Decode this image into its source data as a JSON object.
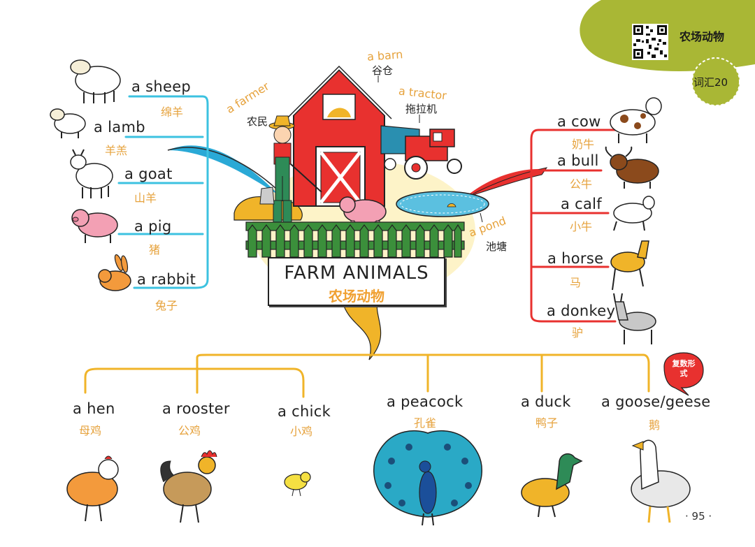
{
  "header": {
    "section_title": "农场动物",
    "vocab_badge": "词汇20",
    "plural_note": "复数形式"
  },
  "title": {
    "en": "FARM ANIMALS",
    "zh": "农场动物"
  },
  "scene_labels": [
    {
      "en": "a farmer",
      "zh": "农民"
    },
    {
      "en": "a barn",
      "zh": "谷仓"
    },
    {
      "en": "a tractor",
      "zh": "拖拉机"
    },
    {
      "en": "a pond",
      "zh": "池塘"
    }
  ],
  "left_animals": [
    {
      "en": "a sheep",
      "zh": "绵羊",
      "icon": "sheep-icon"
    },
    {
      "en": "a lamb",
      "zh": "羊羔",
      "icon": "lamb-icon"
    },
    {
      "en": "a goat",
      "zh": "山羊",
      "icon": "goat-icon"
    },
    {
      "en": "a pig",
      "zh": "猪",
      "icon": "pig-icon"
    },
    {
      "en": "a rabbit",
      "zh": "兔子",
      "icon": "rabbit-icon"
    }
  ],
  "right_animals": [
    {
      "en": "a cow",
      "zh": "奶牛",
      "icon": "cow-icon"
    },
    {
      "en": "a bull",
      "zh": "公牛",
      "icon": "bull-icon"
    },
    {
      "en": "a calf",
      "zh": "小牛",
      "icon": "calf-icon"
    },
    {
      "en": "a horse",
      "zh": "马",
      "icon": "horse-icon"
    },
    {
      "en": "a donkey",
      "zh": "驴",
      "icon": "donkey-icon"
    }
  ],
  "bottom_animals": [
    {
      "en": "a hen",
      "zh": "母鸡",
      "icon": "hen-icon"
    },
    {
      "en": "a rooster",
      "zh": "公鸡",
      "icon": "rooster-icon"
    },
    {
      "en": "a chick",
      "zh": "小鸡",
      "icon": "chick-icon"
    },
    {
      "en": "a peacock",
      "zh": "孔雀",
      "icon": "peacock-icon"
    },
    {
      "en": "a duck",
      "zh": "鸭子",
      "icon": "duck-icon"
    },
    {
      "en": "a goose/geese",
      "zh": "鹅",
      "icon": "goose-icon"
    }
  ],
  "page_number": "· 95 ·",
  "colors": {
    "header_green": "#a9b735",
    "left_branch": "#3cc2e0",
    "right_branch": "#e8312f",
    "bottom_branch": "#f0b429",
    "chinese_text": "#e6a23c"
  }
}
